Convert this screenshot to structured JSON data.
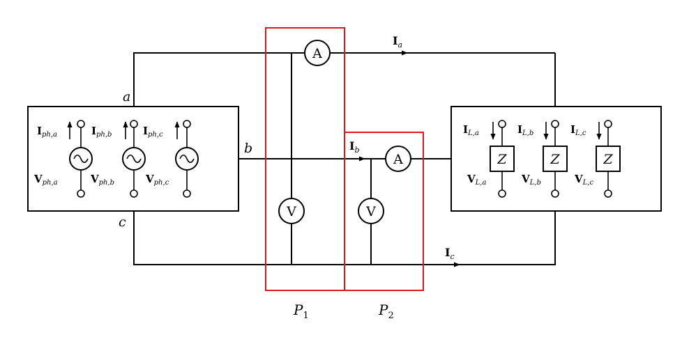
{
  "nodes": {
    "a": "a",
    "b": "b",
    "c": "c"
  },
  "currents": {
    "Ia": {
      "base": "I",
      "sub": "a"
    },
    "Ib": {
      "base": "I",
      "sub": "b"
    },
    "Ic": {
      "base": "I",
      "sub": "c"
    }
  },
  "meters": {
    "ammeter": "A",
    "voltmeter": "V"
  },
  "sources": [
    {
      "i_base": "I",
      "i_sub": "ph,a",
      "v_base": "V",
      "v_sub": "ph,a"
    },
    {
      "i_base": "I",
      "i_sub": "ph,b",
      "v_base": "V",
      "v_sub": "ph,b"
    },
    {
      "i_base": "I",
      "i_sub": "ph,c",
      "v_base": "V",
      "v_sub": "ph,c"
    }
  ],
  "loads": [
    {
      "i_base": "I",
      "i_sub": "L,a",
      "v_base": "V",
      "v_sub": "L,a",
      "z": "Z"
    },
    {
      "i_base": "I",
      "i_sub": "L,b",
      "v_base": "V",
      "v_sub": "L,b",
      "z": "Z"
    },
    {
      "i_base": "I",
      "i_sub": "L,c",
      "v_base": "V",
      "v_sub": "L,c",
      "z": "Z"
    }
  ],
  "wattmeters": [
    {
      "base": "P",
      "sub": "1"
    },
    {
      "base": "P",
      "sub": "2"
    }
  ],
  "colors": {
    "wire": "#000000",
    "wattmeter_box": "#e0141e"
  }
}
